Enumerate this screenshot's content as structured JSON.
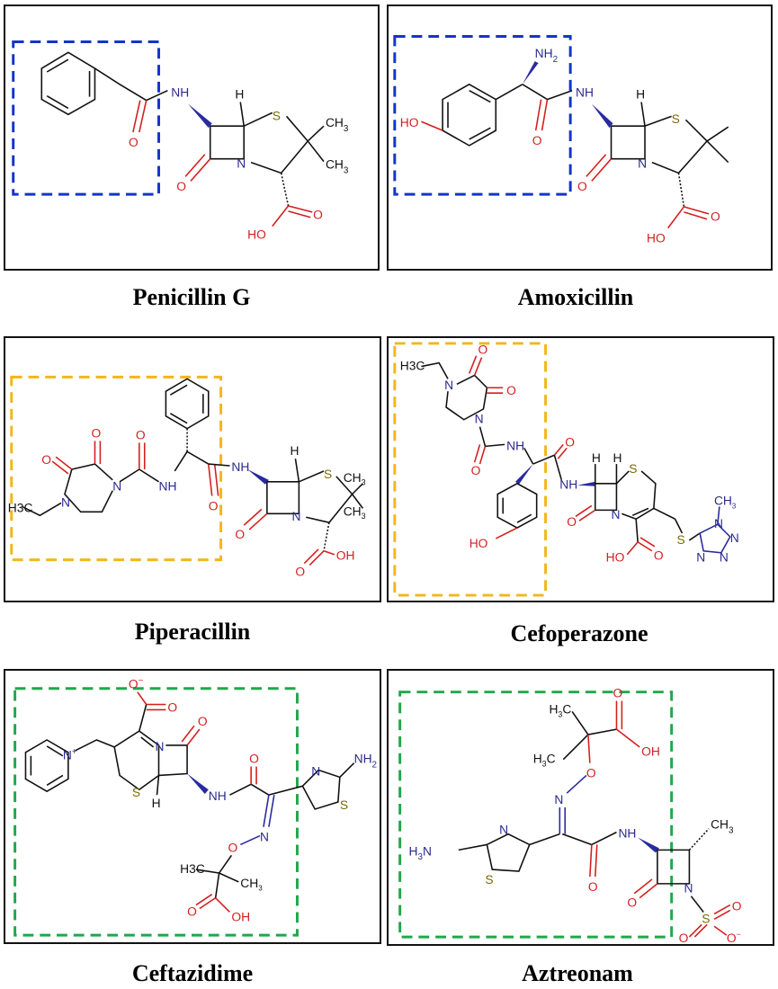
{
  "captions": {
    "penicillin_g": "Penicillin G",
    "amoxicillin": "Amoxicillin",
    "piperacillin": "Piperacillin",
    "cefoperazone": "Cefoperazone",
    "ceftazidime": "Ceftazidime",
    "aztreonam": "Aztreonam"
  },
  "atoms": {
    "nh": "NH",
    "h": "H",
    "s": "S",
    "n": "N",
    "o": "O",
    "oh": "OH",
    "ho": "HO",
    "ch3": "CH",
    "sub3": "3",
    "nh2": "NH",
    "sub2": "2",
    "h3c": "H",
    "h3c_c": "C",
    "h3n": "H",
    "o_minus": "O",
    "minus": "−",
    "plus": "+",
    "h3c_small": "H3C",
    "n_plus": "N"
  },
  "highlight_colors": {
    "penicillins_side_chain": "#1434c9",
    "piperazine_side_chain": "#f3b61b",
    "aminothiazole_side_chain": "#1fa84a"
  }
}
